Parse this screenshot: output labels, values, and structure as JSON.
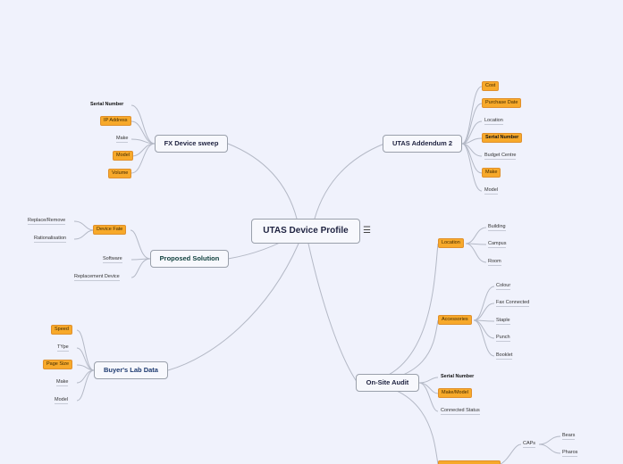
{
  "root": {
    "label": "UTAS Device Profile",
    "menu_icon": "☰"
  },
  "branches": {
    "fx": {
      "label": "FX Device sweep",
      "items": [
        "Serial Number",
        "IP Address",
        "Make",
        "Model",
        "Volume"
      ]
    },
    "addendum": {
      "label": "UTAS Addendum 2",
      "items": [
        "Cost",
        "Purchase Date",
        "Location",
        "Serial Number",
        "Budget Centre",
        "Make",
        "Model"
      ]
    },
    "proposed": {
      "label": "Proposed Solution",
      "device_fate": "Device Fate",
      "fate_items": [
        "Replace/Remove",
        "Rationalisation"
      ],
      "items": [
        "Software",
        "Replacement Device"
      ]
    },
    "buyers": {
      "label": "Buyer's Lab Data",
      "items": [
        "Speed",
        "TYpe",
        "Page Size",
        "Make",
        "Model"
      ]
    },
    "audit": {
      "label": "On-Site Audit",
      "location": "Location",
      "location_items": [
        "Building",
        "Campus",
        "Room"
      ],
      "accessories": "Accessories",
      "accessory_items": [
        "Colour",
        "Fax Connected",
        "Staple",
        "Punch",
        "Booklet"
      ],
      "items": [
        "Serial Number",
        "Make/Model",
        "Connected Status"
      ],
      "caps": "CAPs",
      "caps_items": [
        "Bears",
        "Pharos"
      ]
    }
  },
  "colors": {
    "highlight": "#f7a92a",
    "line": "#b4b9c6",
    "background": "#f0f2fc"
  }
}
